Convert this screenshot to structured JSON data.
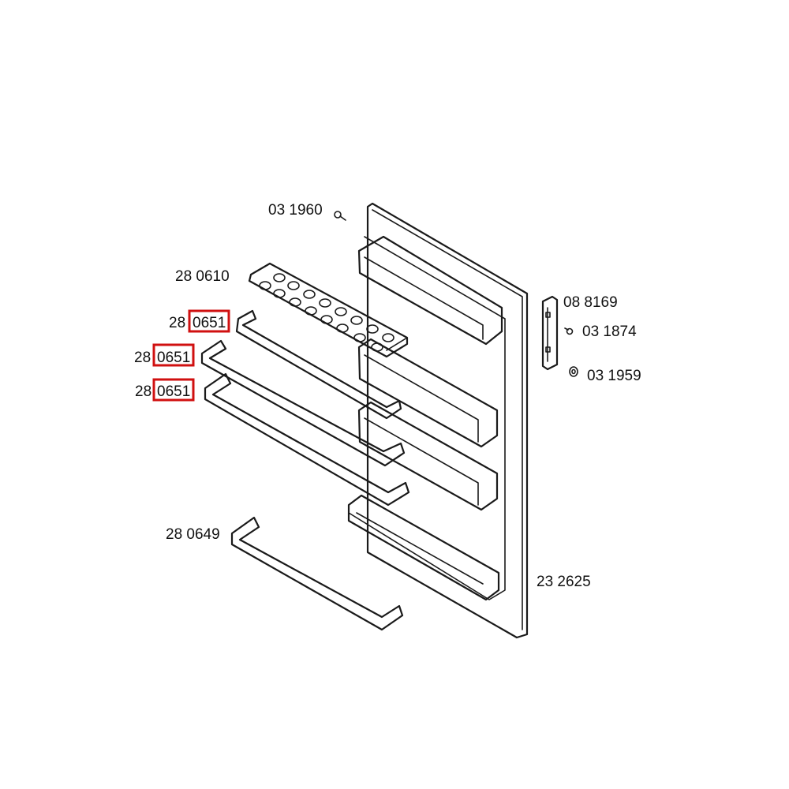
{
  "diagram": {
    "labels": {
      "screw_top": "03 1960",
      "egg_tray": "28 0610",
      "shelf_a_prefix": "28",
      "shelf_a_code": "0651",
      "shelf_b_prefix": "28",
      "shelf_b_code": "0651",
      "shelf_c_prefix": "28",
      "shelf_c_code": "0651",
      "bottom_shelf": "28 0649",
      "hinge": "08 8169",
      "hinge_screw": "03 1874",
      "washer": "03 1959",
      "door": "23 2625"
    },
    "highlight_color": "#d01010"
  }
}
